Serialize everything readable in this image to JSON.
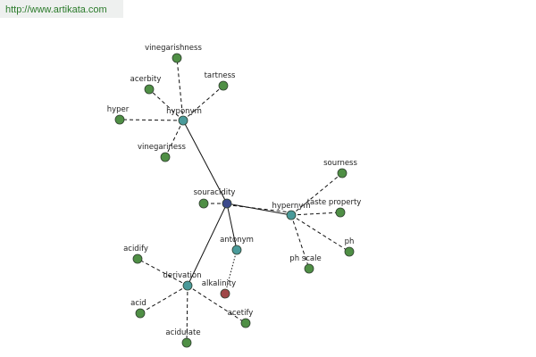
{
  "watermark": "http://www.artikata.com",
  "colors": {
    "root": "#3b4a8c",
    "relation": "#4a9a9a",
    "term": "#4f8f45",
    "antonym_term": "#a04848"
  },
  "nodes": [
    {
      "id": "souracidity",
      "label": "souracidity",
      "kind": "root"
    },
    {
      "id": "hyponym",
      "label": "hyponym",
      "kind": "relation"
    },
    {
      "id": "hypernym",
      "label": "hypernym",
      "kind": "relation"
    },
    {
      "id": "antonym",
      "label": "antonym",
      "kind": "relation"
    },
    {
      "id": "derivation",
      "label": "derivation",
      "kind": "relation"
    },
    {
      "id": "vinegarishness",
      "label": "vinegarishness",
      "kind": "term"
    },
    {
      "id": "acerbity",
      "label": "acerbity",
      "kind": "term"
    },
    {
      "id": "tartness",
      "label": "tartness",
      "kind": "term"
    },
    {
      "id": "hyper",
      "label": "hyper",
      "kind": "term"
    },
    {
      "id": "vinegariness",
      "label": "vinegariness",
      "kind": "term"
    },
    {
      "id": "sourness",
      "label": "sourness",
      "kind": "term"
    },
    {
      "id": "taste_property",
      "label": "taste property",
      "kind": "term"
    },
    {
      "id": "ph",
      "label": "ph",
      "kind": "term"
    },
    {
      "id": "ph_scale",
      "label": "ph scale",
      "kind": "term"
    },
    {
      "id": "souracidity_leaf",
      "label": "",
      "kind": "term"
    },
    {
      "id": "alkalinity",
      "label": "alkalinity",
      "kind": "antonym_term"
    },
    {
      "id": "acidify",
      "label": "acidify",
      "kind": "term"
    },
    {
      "id": "acid",
      "label": "acid",
      "kind": "term"
    },
    {
      "id": "acidulate",
      "label": "acidulate",
      "kind": "term"
    },
    {
      "id": "acetify",
      "label": "acetify",
      "kind": "term"
    }
  ],
  "edges": [
    {
      "from": "souracidity",
      "to": "hyponym",
      "style": "solid"
    },
    {
      "from": "souracidity",
      "to": "hypernym",
      "style": "solid"
    },
    {
      "from": "souracidity",
      "to": "antonym",
      "style": "solid"
    },
    {
      "from": "souracidity",
      "to": "derivation",
      "style": "solid"
    },
    {
      "from": "souracidity",
      "to": "souracidity_leaf",
      "style": "dash"
    },
    {
      "from": "souracidity",
      "to": "hypernym",
      "style": "dash"
    },
    {
      "from": "hyponym",
      "to": "vinegarishness",
      "style": "dash"
    },
    {
      "from": "hyponym",
      "to": "acerbity",
      "style": "dash"
    },
    {
      "from": "hyponym",
      "to": "tartness",
      "style": "dash"
    },
    {
      "from": "hyponym",
      "to": "hyper",
      "style": "dash"
    },
    {
      "from": "hyponym",
      "to": "vinegariness",
      "style": "dash"
    },
    {
      "from": "hypernym",
      "to": "sourness",
      "style": "dash"
    },
    {
      "from": "hypernym",
      "to": "taste_property",
      "style": "dash"
    },
    {
      "from": "hypernym",
      "to": "ph",
      "style": "dash"
    },
    {
      "from": "hypernym",
      "to": "ph_scale",
      "style": "dash"
    },
    {
      "from": "antonym",
      "to": "alkalinity",
      "style": "dot"
    },
    {
      "from": "derivation",
      "to": "acidify",
      "style": "dash"
    },
    {
      "from": "derivation",
      "to": "acid",
      "style": "dash"
    },
    {
      "from": "derivation",
      "to": "acidulate",
      "style": "dash"
    },
    {
      "from": "derivation",
      "to": "acetify",
      "style": "dash"
    }
  ]
}
